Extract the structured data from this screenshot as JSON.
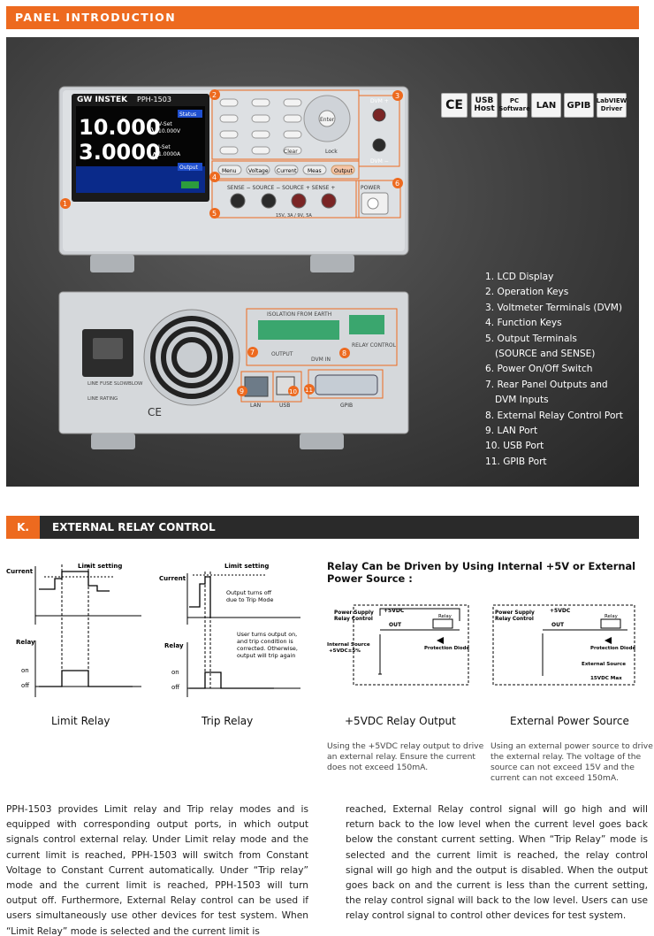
{
  "panel": {
    "title": "PANEL INTRODUCTION",
    "certs": [
      "CE",
      "USB Host",
      "PC Software",
      "LAN",
      "GPIB",
      "LabVIEW Driver"
    ],
    "front": {
      "brand": "GW INSTEK",
      "model": "PPH-1503",
      "voltage": "10.000",
      "voltage_unit": "V",
      "current": "3.0000",
      "current_unit": "A",
      "vset": "V-Set",
      "vset_val": "10.000V",
      "iset": "I-Set",
      "iset_val": "1.0000A",
      "status": "Status",
      "output": "Output",
      "keys": [
        "Menu",
        "Voltage",
        "Current",
        "Meas",
        "Output",
        "Enter",
        "Clear",
        "Lock"
      ],
      "terminals": "SENSE −   SOURCE −   SOURCE +   SENSE +",
      "power": "POWER",
      "dvm_plus": "DVM +",
      "dvm_minus": "DVM −",
      "rating": "15V, 3A / 9V, 5A"
    },
    "rear": {
      "isolation": "ISOLATION FROM EARTH",
      "output": "OUTPUT",
      "dvm_in": "DVM IN",
      "relay_control": "RELAY CONTROL",
      "lan": "LAN",
      "usb": "USB",
      "gpib": "GPIB",
      "line_fuse": "LINE FUSE SLOWBLOW",
      "line_rating": "LINE RATING"
    },
    "legend": [
      "1. LCD Display",
      "2. Operation Keys",
      "3. Voltmeter Terminals (DVM)",
      "4. Function Keys",
      "5. Output Terminals",
      "(SOURCE and SENSE)",
      "6. Power On/Off Switch",
      "7. Rear Panel Outputs and",
      "DVM Inputs",
      "8. External Relay Control Port",
      "9. LAN Port",
      "10. USB Port",
      "11. GPIB Port"
    ]
  },
  "relay": {
    "tag": "K.",
    "title": "EXTERNAL RELAY CONTROL",
    "graph": {
      "current": "Current",
      "relay": "Relay",
      "limit_setting": "Limit setting",
      "on": "on",
      "off": "off",
      "trip_note1a": "Output turns off",
      "trip_note1b": "due to Trip Mode",
      "trip_note2a": "User turns output on,",
      "trip_note2b": "and trip condition is",
      "trip_note2c": "corrected. Otherwise,",
      "trip_note2d": "output will trip again"
    },
    "limit_title": "Limit Relay",
    "trip_title": "Trip Relay",
    "drive_title": "Relay Can be Driven by Using Internal +5V or External Power Source :",
    "circuit": {
      "psrc": "Power Supply",
      "relay_control": "Relay Control",
      "vdc": "+5VDC",
      "out": "OUT",
      "relay": "Relay",
      "diode": "Protection Diode",
      "internal": "Internal Source",
      "internal_val": "+5VDC±5%",
      "external": "External Source",
      "external_val": "15VDC Max"
    },
    "internal_title": "+5VDC Relay Output",
    "external_title": "External Power Source",
    "internal_caption": [
      "Using the +5VDC relay output to drive",
      "an external relay. Ensure the current",
      "does not exceed 150mA."
    ],
    "external_caption": [
      "Using an external power source to drive",
      "the external relay. The voltage of the",
      "source can not exceed 15V and the",
      "current can not exceed 150mA."
    ]
  },
  "body": {
    "col1": "PPH-1503 provides Limit relay and Trip relay modes and is equipped with corresponding output ports, in which output signals control external relay. Under Limit relay mode and the current limit is reached, PPH-1503 will switch from Constant Voltage to Constant Current automatically. Under “Trip relay” mode and the current limit is reached, PPH-1503 will turn output off. Furthermore, External Relay control can be used if users simultaneously use other devices for test system. When “Limit Relay” mode is selected and the current limit is",
    "col2": "reached, External Relay control signal will go high and will return back to the low level when the current level goes back below the constant current setting. When “Trip Relay” mode is selected and the current limit is reached, the relay control signal will go high and the output is disabled. When the output goes back on and the current is less than the current setting, the relay control signal will back to the low level. Users can use relay control signal to control other devices for test system."
  }
}
